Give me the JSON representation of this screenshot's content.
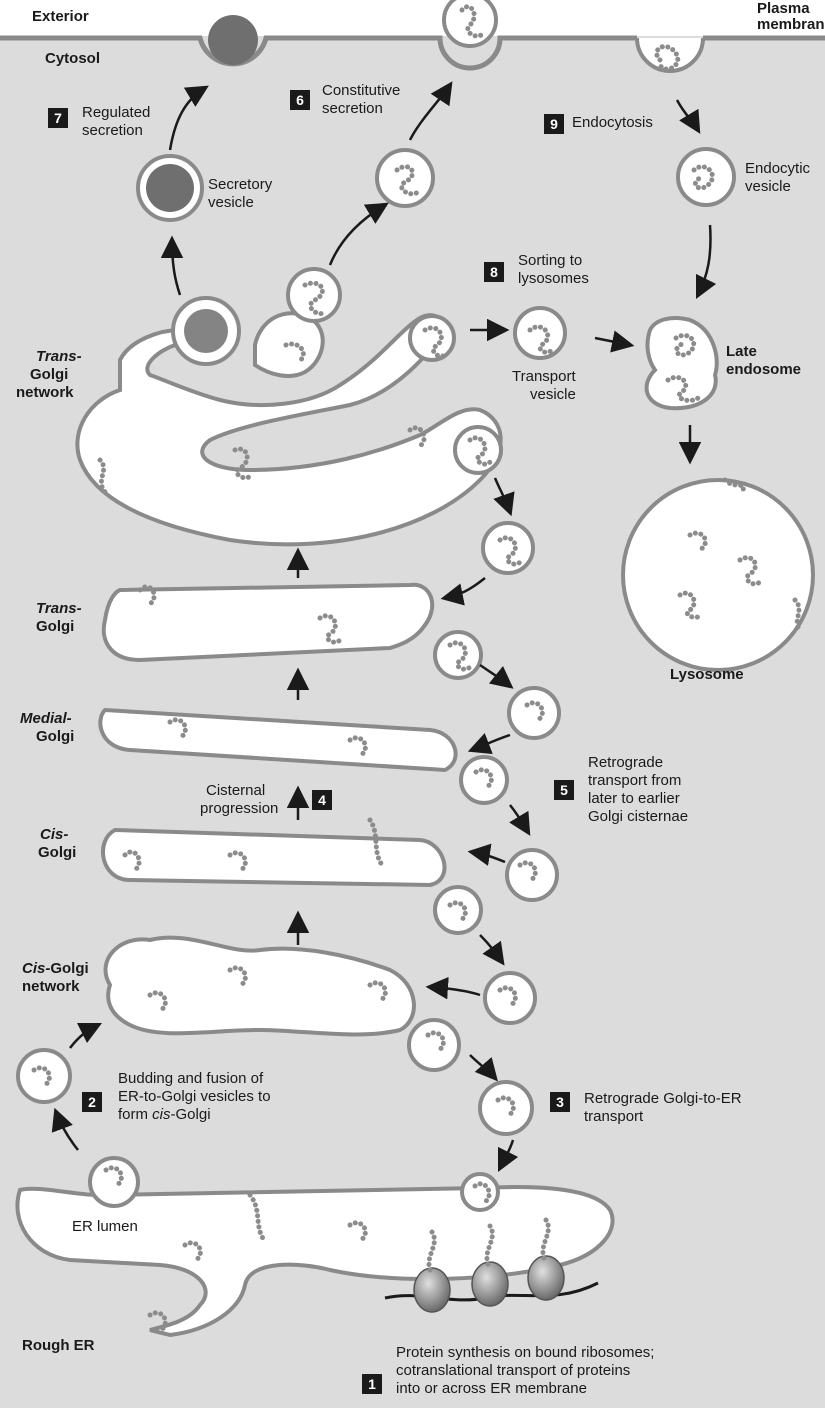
{
  "regions": {
    "exterior": "Exterior",
    "cytosol": "Cytosol",
    "plasma_membrane": [
      "Plasma",
      "membrane"
    ],
    "rough_er": "Rough ER",
    "er_lumen": "ER lumen"
  },
  "compartments": {
    "trans_golgi_network": [
      "Trans-",
      "Golgi",
      "network"
    ],
    "trans_golgi": [
      "Trans-",
      "Golgi"
    ],
    "medial_golgi": [
      "Medial-",
      "Golgi"
    ],
    "cis_golgi": [
      "Cis-",
      "Golgi"
    ],
    "cis_golgi_network": [
      "Cis-",
      "Golgi",
      "network"
    ],
    "late_endosome": [
      "Late",
      "endosome"
    ],
    "lysosome": "Lysosome"
  },
  "vesicles": {
    "secretory": [
      "Secretory",
      "vesicle"
    ],
    "transport": [
      "Transport",
      "vesicle"
    ],
    "endocytic": [
      "Endocytic",
      "vesicle"
    ]
  },
  "steps": [
    {
      "num": "1",
      "lines": [
        "Protein synthesis on bound ribosomes;",
        "cotranslational transport of proteins",
        "into or across ER membrane"
      ]
    },
    {
      "num": "2",
      "lines": [
        "Budding and fusion of",
        "ER-to-Golgi vesicles to",
        "form ",
        "cis",
        "-Golgi"
      ]
    },
    {
      "num": "3",
      "lines": [
        "Retrograde Golgi-to-ER",
        "transport"
      ]
    },
    {
      "num": "4",
      "lines": [
        "Cisternal",
        "progression"
      ]
    },
    {
      "num": "5",
      "lines": [
        "Retrograde",
        "transport from",
        "later to earlier",
        "Golgi cisternae"
      ]
    },
    {
      "num": "6",
      "lines": [
        "Constitutive",
        "secretion"
      ]
    },
    {
      "num": "7",
      "lines": [
        "Regulated",
        "secretion"
      ]
    },
    {
      "num": "8",
      "lines": [
        "Sorting to",
        "lysosomes"
      ]
    },
    {
      "num": "9",
      "lines": [
        "Endocytosis"
      ]
    }
  ],
  "colors": {
    "background": "#dcdcdc",
    "lumen": "#ffffff",
    "membrane": "#8a8a8a",
    "protein": "#8c8c8c",
    "secretory_cargo": "#6f6f6f",
    "badge": "#1a1a1a",
    "ribosome": "#9a9a9a"
  }
}
